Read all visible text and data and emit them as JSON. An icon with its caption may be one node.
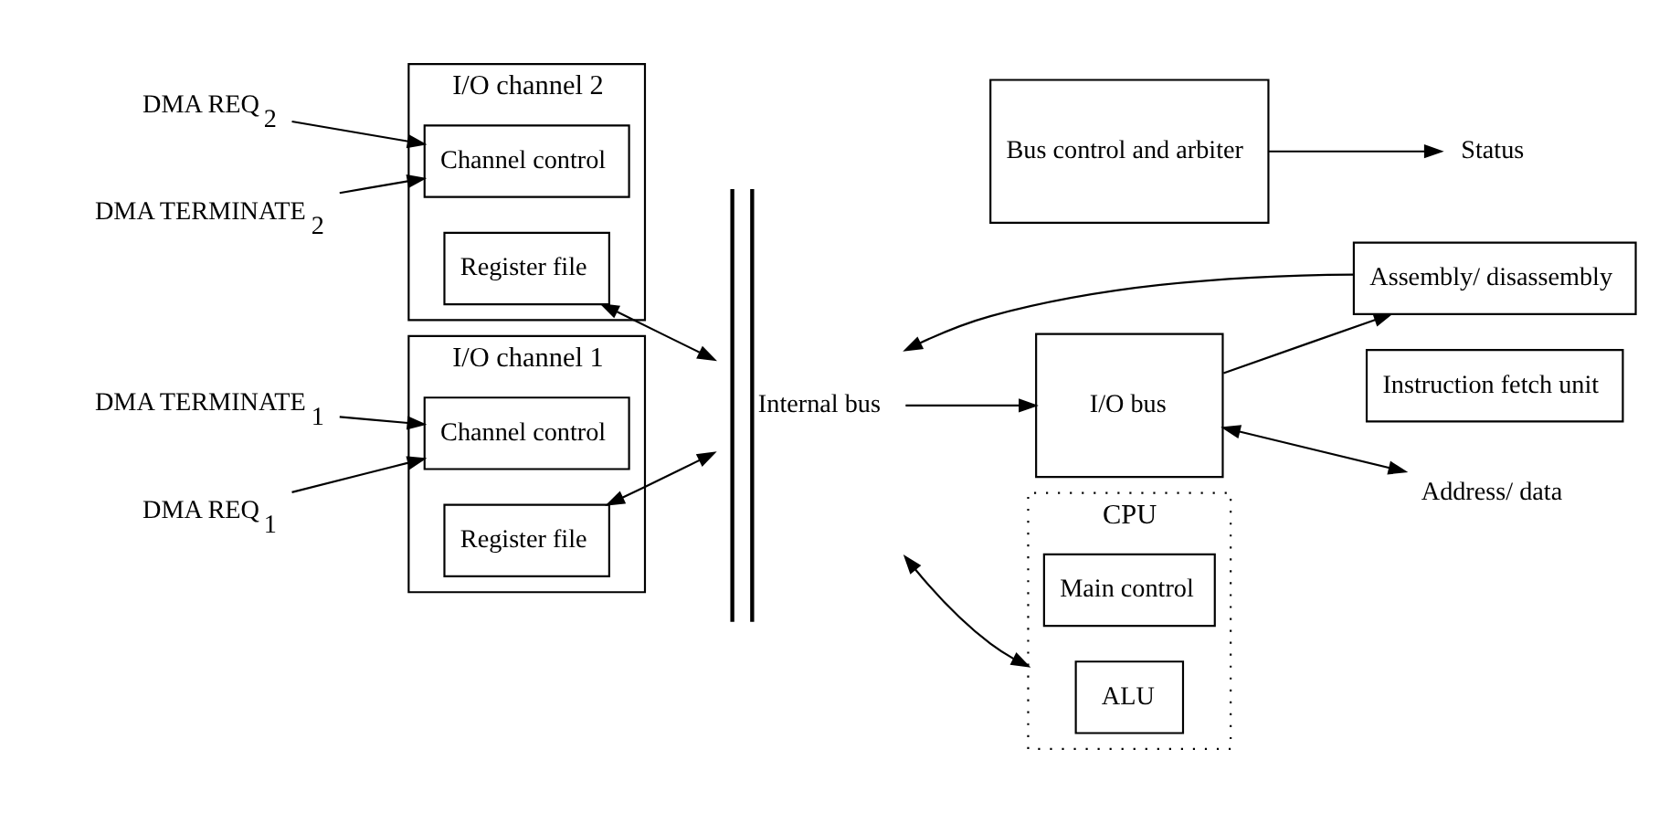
{
  "diagram": {
    "nodes": [
      {
        "text": [
          "I/O channel 1"
        ]
      },
      {
        "text": [
          "Channel control"
        ],
        "in": 0
      },
      {
        "text": [
          "Register file"
        ],
        "in": 0
      },
      {
        "text": [
          "DMA REQ$_{1}$"
        ]
      },
      {
        "text": [
          "DMA TERMINATE$_{1}$"
        ]
      },
      {
        "text": [
          "I/O channel 2"
        ]
      },
      {
        "text": [
          "Channel control"
        ],
        "in": 5
      },
      {
        "text": [
          "Register file"
        ],
        "in": 5
      },
      {
        "text": [
          "DMA REQ$_{2}$"
        ]
      },
      {
        "text": [
          "DMA TERMINATE$_{2}$"
        ]
      },
      {
        "text": [
          "CPU"
        ]
      },
      {
        "text": [
          "Main control"
        ],
        "in": 10
      },
      {
        "text": [
          "ALU"
        ],
        "in": 10
      },
      {
        "text": [
          "Internal bus"
        ]
      },
      {
        "text": [
          "Bus control and arbiter"
        ]
      },
      {
        "text": [
          "I/O bus"
        ]
      },
      {
        "text": [
          "Assembly/ disassembly"
        ]
      },
      {
        "text": [
          "Instruction fetch unit"
        ]
      },
      {
        "text": [
          "Status"
        ]
      },
      {
        "text": [
          "Address/ data"
        ]
      }
    ],
    "edges": [
      {
        "from": 3,
        "to": 1,
        "arrow": "to"
      },
      {
        "from": 4,
        "to": 1,
        "arrow": "to"
      },
      {
        "from": 8,
        "to": 6,
        "arrow": "to"
      },
      {
        "from": 9,
        "to": 6,
        "arrow": "to"
      },
      {
        "from": 2,
        "to": 13,
        "arrow": "both"
      },
      {
        "from": 7,
        "to": 13,
        "arrow": "both"
      },
      {
        "from": 13,
        "to": 10,
        "arrow": "both"
      },
      {
        "from": 16,
        "to": 13,
        "arrow": "to"
      },
      {
        "from": 13,
        "to": 15,
        "arrow": "to"
      },
      {
        "from": 14,
        "to": 18,
        "arrow": "to"
      },
      {
        "from": 15,
        "to": 19,
        "arrow": "both"
      },
      {
        "from": 15,
        "to": 16,
        "arrow": "to"
      }
    ]
  }
}
